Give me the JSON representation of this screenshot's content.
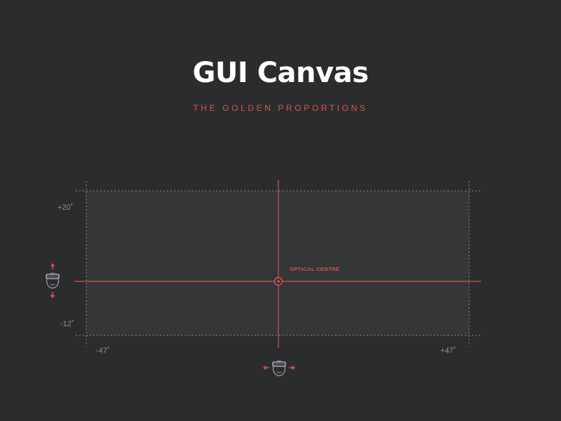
{
  "title": "GUI Canvas",
  "subtitle": "THE GOLDEN PROPORTIONS",
  "canvas": {
    "top_label": "+20˚",
    "bottom_label": "-12˚",
    "left_label": "-47˚",
    "right_label": "+47˚",
    "centre_label": "OPTICAL CENTRE"
  },
  "colors": {
    "background": "#2b2c2e",
    "panel": "#353638",
    "accent": "#d5524c",
    "muted": "#8f9093",
    "title": "#ffffff"
  },
  "icons": {
    "vertical_head": "head-vertical-motion-icon",
    "horizontal_head": "head-horizontal-motion-icon"
  }
}
